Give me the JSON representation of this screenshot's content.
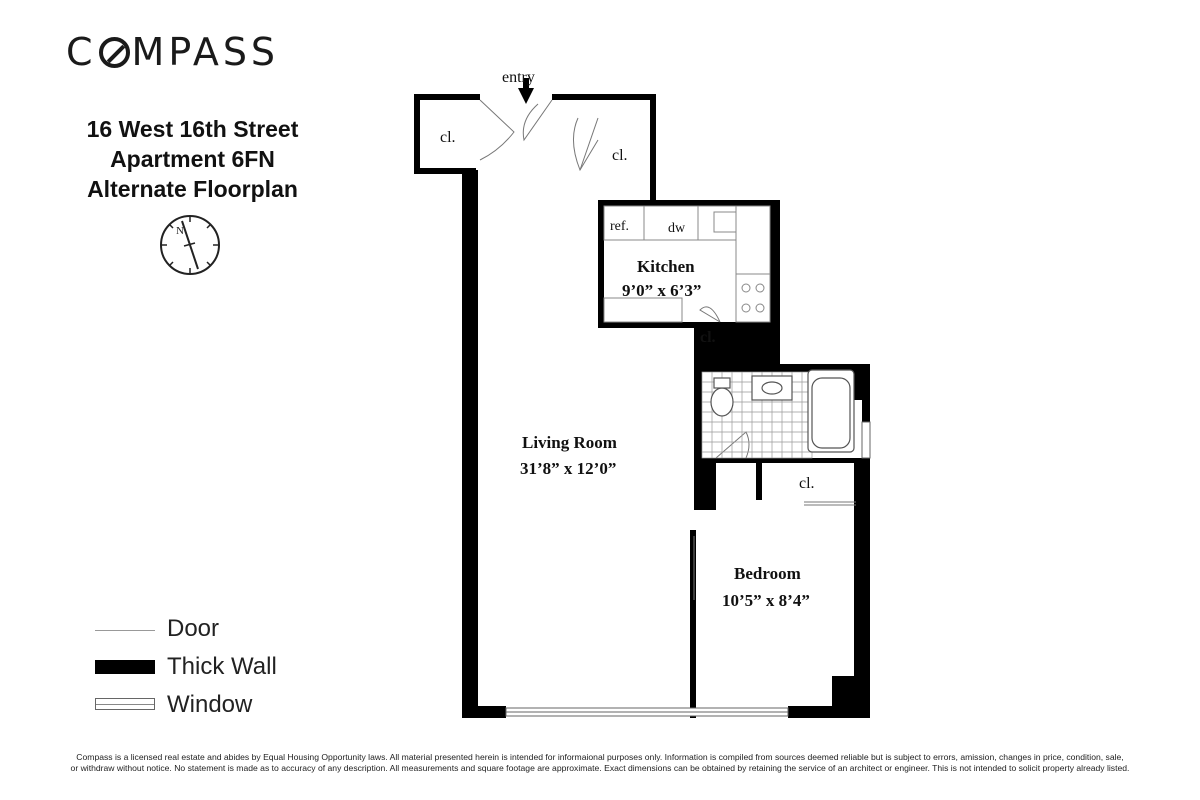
{
  "brand": {
    "logo_text": "COMPASS"
  },
  "listing": {
    "address": "16 West 16th Street",
    "unit": "Apartment 6FN",
    "subtitle": "Alternate Floorplan"
  },
  "compass_rose": {
    "north_label": "N"
  },
  "plan_labels": {
    "entry": "entry",
    "closet_entry_left": "cl.",
    "closet_entry_right": "cl.",
    "kitchen_closet": "cl.",
    "bedroom_closet": "cl.",
    "ref": "ref.",
    "dw": "dw",
    "kitchen_name": "Kitchen",
    "kitchen_dims": "9’0” x 6’3”",
    "living_name": "Living Room",
    "living_dims": "31’8” x 12’0”",
    "bedroom_name": "Bedroom",
    "bedroom_dims": "10’5” x 8’4”"
  },
  "legend": {
    "door": "Door",
    "thick_wall": "Thick Wall",
    "window": "Window"
  },
  "footer": {
    "line1": "Compass is a licensed real estate and abides by Equal Housing Opportunity laws. All material presented herein is intended for informaional purposes only. Information is compiled from sources deemed reliable but is subject to errors, amission, changes in price, condition, sale,",
    "line2": "or withdraw without notice. No statement is made as to accuracy of any description. All measurements and square footage are approximate. Exact dimensions can be obtained by retaining the service of an architect or engineer. This is not intended to solicit property already listed."
  }
}
